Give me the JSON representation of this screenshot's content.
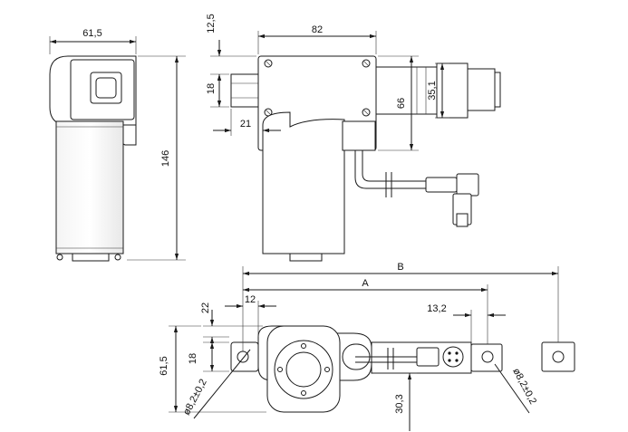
{
  "dimensions": {
    "side_width": "61,5",
    "side_height": "146",
    "top_offset": "12,5",
    "front_width": "82",
    "shaft_height": "18",
    "shaft_offset": "21",
    "body_height": "66",
    "tube_diameter": "35,1",
    "bottom_left_offset": "12",
    "bottom_left_height": "22",
    "bottom_left_width": "61,5",
    "bottom_left_shaft": "18",
    "hole_left": "ø8,2±0,2",
    "hole_right": "ø8,2±0,2",
    "length_a": "A",
    "length_b": "B",
    "end_offset": "13,2",
    "motor_offset": "30,3"
  }
}
